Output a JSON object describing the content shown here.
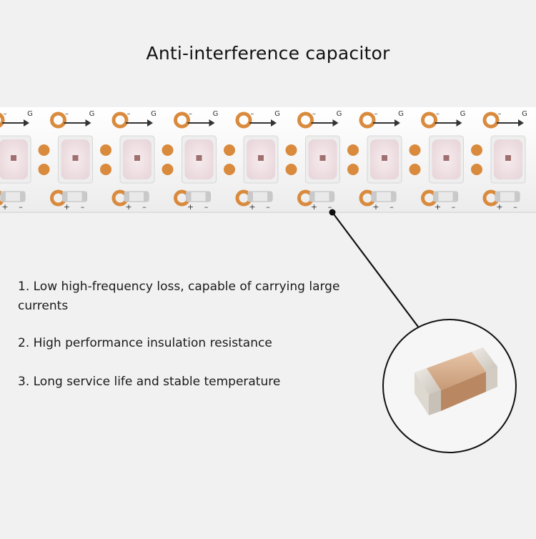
{
  "title": "Anti-interference capacitor",
  "features": [
    "1. Low high-frequency loss, capable of carrying large currents",
    "2. High performance insulation resistance",
    "3. Long service life and stable temperature"
  ],
  "strip": {
    "led_count": 9,
    "pad_labels": {
      "top_minus": "–",
      "top_ground": "G",
      "plus": "+",
      "minus": "–"
    }
  },
  "colors": {
    "background": "#f1f1f1",
    "pcb": "#fafafa",
    "copper_pad": "#d98a3c",
    "led_body": "#f3e6e8",
    "capacitor_body": "#d9b496",
    "capacitor_terminal": "#ddd9d2",
    "leader_line": "#111111"
  }
}
